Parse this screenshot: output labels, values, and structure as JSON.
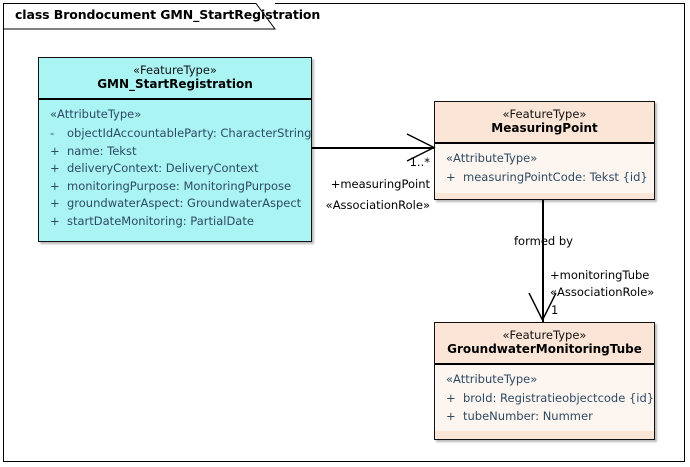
{
  "diagram": {
    "title": "class Brondocument GMN_StartRegistration",
    "kind": "uml-class-diagram"
  },
  "colors": {
    "featuretype_primary_fill": "#aaf4f4",
    "featuretype_secondary_fill": "#fbe5d6",
    "featuretype_secondary_body": "#fdf6f0",
    "border": "#111111",
    "attribute_text": "#2e4a63",
    "label_text": "#000000",
    "canvas": "#ffffff"
  },
  "classes": [
    {
      "id": "gmn-start-registration",
      "stereotype": "«FeatureType»",
      "name": "GMN_StartRegistration",
      "attribute_stereotype": "«AttributeType»",
      "attributes": [
        {
          "visibility": "-",
          "text": "objectIdAccountableParty: CharacterString"
        },
        {
          "visibility": "+",
          "text": "name: Tekst"
        },
        {
          "visibility": "+",
          "text": "deliveryContext: DeliveryContext"
        },
        {
          "visibility": "+",
          "text": "monitoringPurpose: MonitoringPurpose"
        },
        {
          "visibility": "+",
          "text": "groundwaterAspect: GroundwaterAspect"
        },
        {
          "visibility": "+",
          "text": "startDateMonitoring: PartialDate"
        }
      ]
    },
    {
      "id": "measuring-point",
      "stereotype": "«FeatureType»",
      "name": "MeasuringPoint",
      "attribute_stereotype": "«AttributeType»",
      "attributes": [
        {
          "visibility": "+",
          "text": "measuringPointCode: Tekst {id}"
        }
      ]
    },
    {
      "id": "groundwater-monitoring-tube",
      "stereotype": "«FeatureType»",
      "name": "GroundwaterMonitoringTube",
      "attribute_stereotype": "«AttributeType»",
      "attributes": [
        {
          "visibility": "+",
          "text": "broId: Registratieobjectcode {id}"
        },
        {
          "visibility": "+",
          "text": "tubeNumber: Nummer"
        }
      ]
    }
  ],
  "associations": [
    {
      "id": "gmn-to-measuringpoint",
      "source": "gmn-start-registration",
      "target": "measuring-point",
      "orientation": "horizontal",
      "name": "",
      "multiplicity": "1..*",
      "role": "+measuringPoint",
      "role_stereotype": "«AssociationRole»",
      "arrow": "open"
    },
    {
      "id": "measuringpoint-to-tube",
      "source": "measuring-point",
      "target": "groundwater-monitoring-tube",
      "orientation": "vertical",
      "name": "formed by",
      "multiplicity": "1",
      "role": "+monitoringTube",
      "role_stereotype": "«AssociationRole»",
      "arrow": "open"
    }
  ]
}
